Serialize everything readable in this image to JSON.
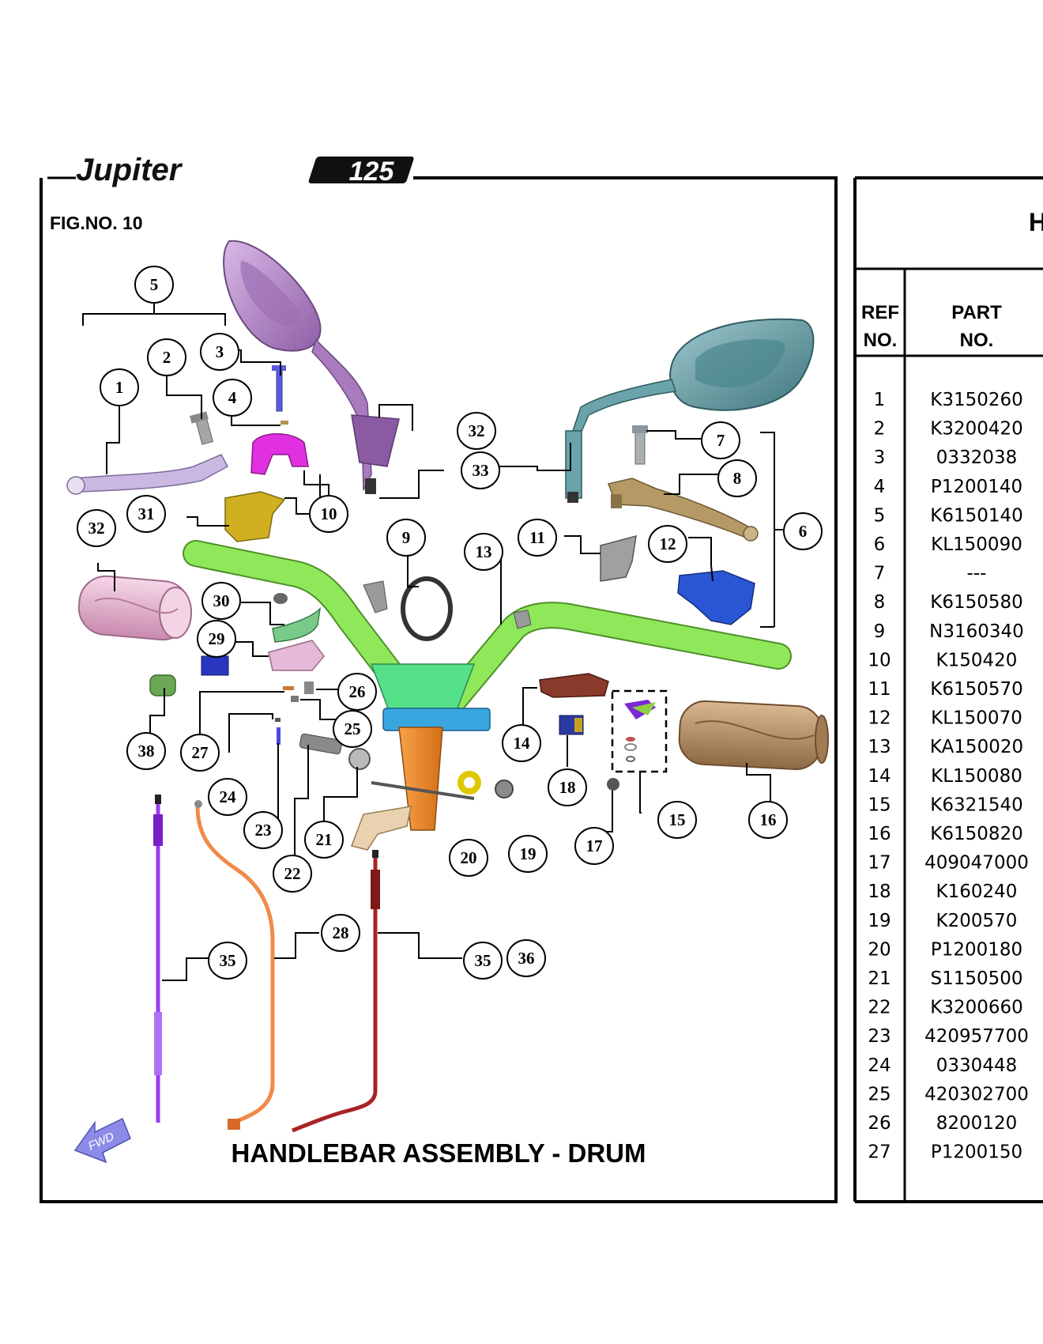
{
  "brand": {
    "name": "Jupiter",
    "model": "125"
  },
  "figure": {
    "number_label": "FIG.NO. 10",
    "title": "HANDLEBAR ASSEMBLY - DRUM",
    "fwd_label": "FWD"
  },
  "table": {
    "title_fragment": "H",
    "headers": {
      "ref_line1": "REF",
      "ref_line2": "NO.",
      "part_line1": "PART",
      "part_line2": "NO."
    },
    "rows": [
      {
        "ref": "1",
        "part": "K3150260"
      },
      {
        "ref": "2",
        "part": "K3200420"
      },
      {
        "ref": "3",
        "part": "0332038"
      },
      {
        "ref": "4",
        "part": "P1200140"
      },
      {
        "ref": "5",
        "part": "K6150140"
      },
      {
        "ref": "6",
        "part": "KL150090"
      },
      {
        "ref": "7",
        "part": "---"
      },
      {
        "ref": "8",
        "part": "K6150580"
      },
      {
        "ref": "9",
        "part": "N3160340"
      },
      {
        "ref": "10",
        "part": "K150420"
      },
      {
        "ref": "11",
        "part": "K6150570"
      },
      {
        "ref": "12",
        "part": "KL150070"
      },
      {
        "ref": "13",
        "part": "KA150020"
      },
      {
        "ref": "14",
        "part": "KL150080"
      },
      {
        "ref": "15",
        "part": "K6321540"
      },
      {
        "ref": "16",
        "part": "K6150820"
      },
      {
        "ref": "17",
        "part": "409047000"
      },
      {
        "ref": "18",
        "part": "K160240"
      },
      {
        "ref": "19",
        "part": "K200570"
      },
      {
        "ref": "20",
        "part": "P1200180"
      },
      {
        "ref": "21",
        "part": "S1150500"
      },
      {
        "ref": "22",
        "part": "K3200660"
      },
      {
        "ref": "23",
        "part": "420957700"
      },
      {
        "ref": "24",
        "part": "0330448"
      },
      {
        "ref": "25",
        "part": "420302700"
      },
      {
        "ref": "26",
        "part": "8200120"
      },
      {
        "ref": "27",
        "part": "P1200150"
      }
    ]
  },
  "callouts": [
    "1",
    "2",
    "3",
    "4",
    "5",
    "6",
    "7",
    "8",
    "9",
    "10",
    "11",
    "12",
    "13",
    "14",
    "15",
    "16",
    "17",
    "18",
    "19",
    "20",
    "21",
    "22",
    "23",
    "24",
    "25",
    "26",
    "27",
    "28",
    "29",
    "30",
    "31",
    "32",
    "32",
    "33",
    "35",
    "35",
    "36",
    "38"
  ],
  "colors": {
    "handlebar": "#8ee85a",
    "mirror_left": "#b58cc6",
    "mirror_right": "#5f9aa0",
    "lever_left": "#cbb8e2",
    "lever_right": "#b59a66",
    "grip_left": "#e8b6d0",
    "grip_right": "#b9936a",
    "cable_left": "#9a3cf0",
    "cable_mid": "#f08a4a",
    "cable_right": "#a82424",
    "fwd_arrow": "#8c8ce8"
  }
}
